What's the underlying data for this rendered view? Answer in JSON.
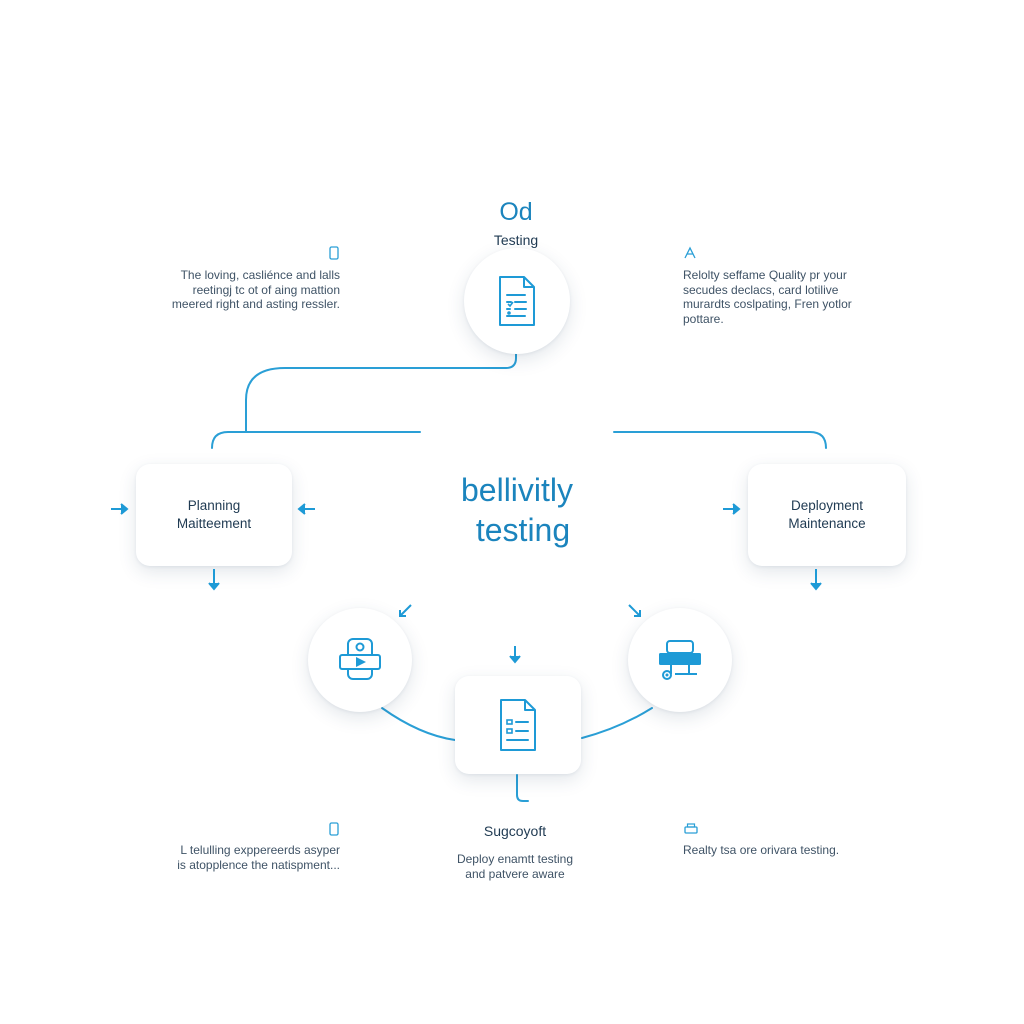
{
  "diagram": {
    "top_node": {
      "label_big": "Od",
      "label_small": "Testing",
      "icon": "checklist-document-icon"
    },
    "center_title": {
      "line1": "bellivitly",
      "line2": "testing"
    },
    "left_card": {
      "line1": "Planning",
      "line2": "Maitteement"
    },
    "right_card": {
      "line1": "Deployment",
      "line2": "Maintenance"
    },
    "bottom_left_node": {
      "icon": "video-device-icon"
    },
    "bottom_center_node": {
      "icon": "list-document-icon"
    },
    "bottom_right_node": {
      "icon": "server-rack-icon"
    },
    "top_left_desc": {
      "icon": "phone-icon",
      "lines": [
        "The loving, casliénce and lalls",
        "reetingj tc ot of aing mattion",
        "meered right and asting ressler."
      ]
    },
    "top_right_desc": {
      "icon": "triangle-a-icon",
      "lines": [
        "Relolty seffame Quality pr your",
        "secudes declacs, card lotilive",
        "murardts coslpating, Fren yotlor",
        "pottare."
      ]
    },
    "bottom_left_desc": {
      "icon": "phone-icon",
      "lines": [
        "L telulling exppereerds asyper",
        "is atopplence the natispment..."
      ]
    },
    "bottom_center_desc": {
      "title": "Sugcoyoft",
      "lines": [
        "Deploy enamtt testing",
        "and patvere aware"
      ]
    },
    "bottom_right_desc": {
      "icon": "printer-icon",
      "lines": [
        "Realty tsa ore orivara testing."
      ]
    },
    "colors": {
      "accent": "#1e9ad6",
      "title": "#1b84bd",
      "text": "#1f3a52",
      "line": "#2a9fd6"
    }
  }
}
